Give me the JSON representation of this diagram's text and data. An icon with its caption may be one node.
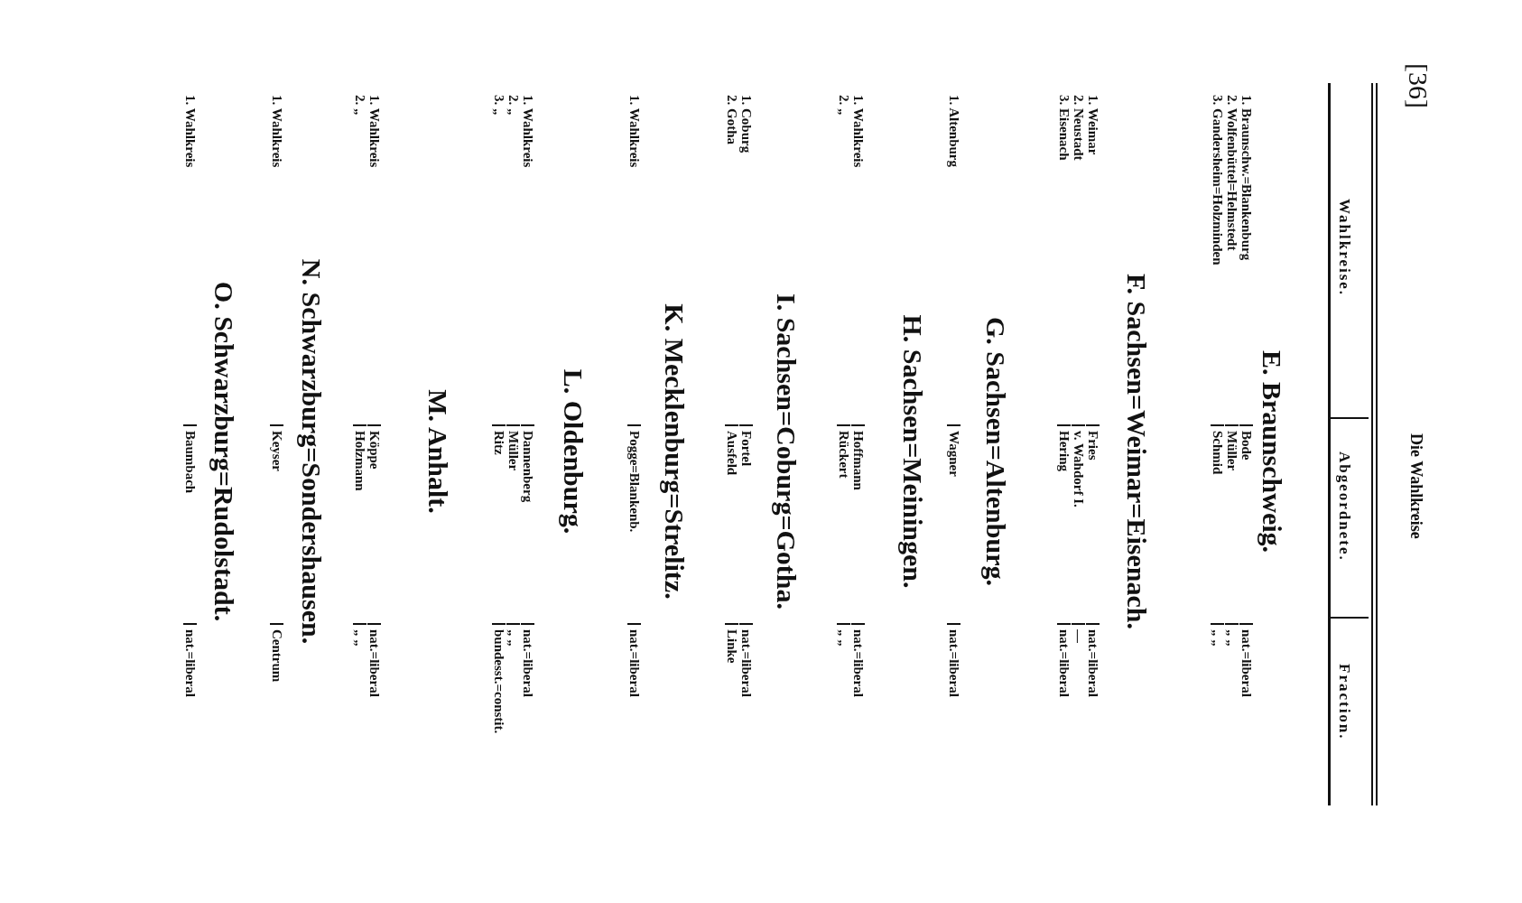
{
  "diagram": {
    "labels": [
      "[36]",
      "Die Wahlkreise",
      "Wahlkreise.",
      "Abgeordnete.",
      "Fraction.",
      "E. Braunschweig.",
      "1. Braunschw.=Blankenburg",
      "Bode",
      "nat.=liberal",
      "2. Wolfenbüttel=Helmstedt",
      "Müller",
      "„ „",
      "3. Gandersheim=Holzminden",
      "Schmid",
      "„ „",
      "F. Sachsen=Weimar=Eisenach.",
      "1. Weimar",
      "Fries",
      "nat.=liberal",
      "2. Neustadt",
      "v. Wahdorf I.",
      "—",
      "3. Eisenach",
      "Hering",
      "nat.=liberal",
      "G. Sachsen=Altenburg.",
      "1. Altenburg",
      "Wagner",
      "nat.=liberal",
      "H. Sachsen=Meiningen.",
      "1. Wahlkreis",
      "Hoffmann",
      "nat.=liberal",
      "2. „",
      "Rückert",
      "„ „",
      "I. Sachsen=Coburg=Gotha.",
      "1. Coburg",
      "Fortel",
      "nat.=liberal",
      "2. Gotha",
      "Ausfeld",
      "Linke",
      "K. Mecklenburg=Strelitz.",
      "1. Wahlkreis",
      "Pogge=Blankenb.",
      "nat.=liberal",
      "L. Oldenburg.",
      "1. Wahlkreis",
      "Dannenberg",
      "nat.=liberal",
      "2. „",
      "Müller",
      "„ „",
      "3. „",
      "Ritz",
      "bundesst.=constit.",
      "M. Anhalt.",
      "1. Wahlkreis",
      "Köppe",
      "nat.=liberal",
      "2. „",
      "Holzmann",
      "„ „",
      "N. Schwarzburg=Sondershausen.",
      "1. Wahlkreis",
      "Keyser",
      "Centrum",
      "O. Schwarzburg=Rudolstadt.",
      "1. Wahlkreis",
      "Baumbach",
      "nat.=liberal"
    ]
  }
}
